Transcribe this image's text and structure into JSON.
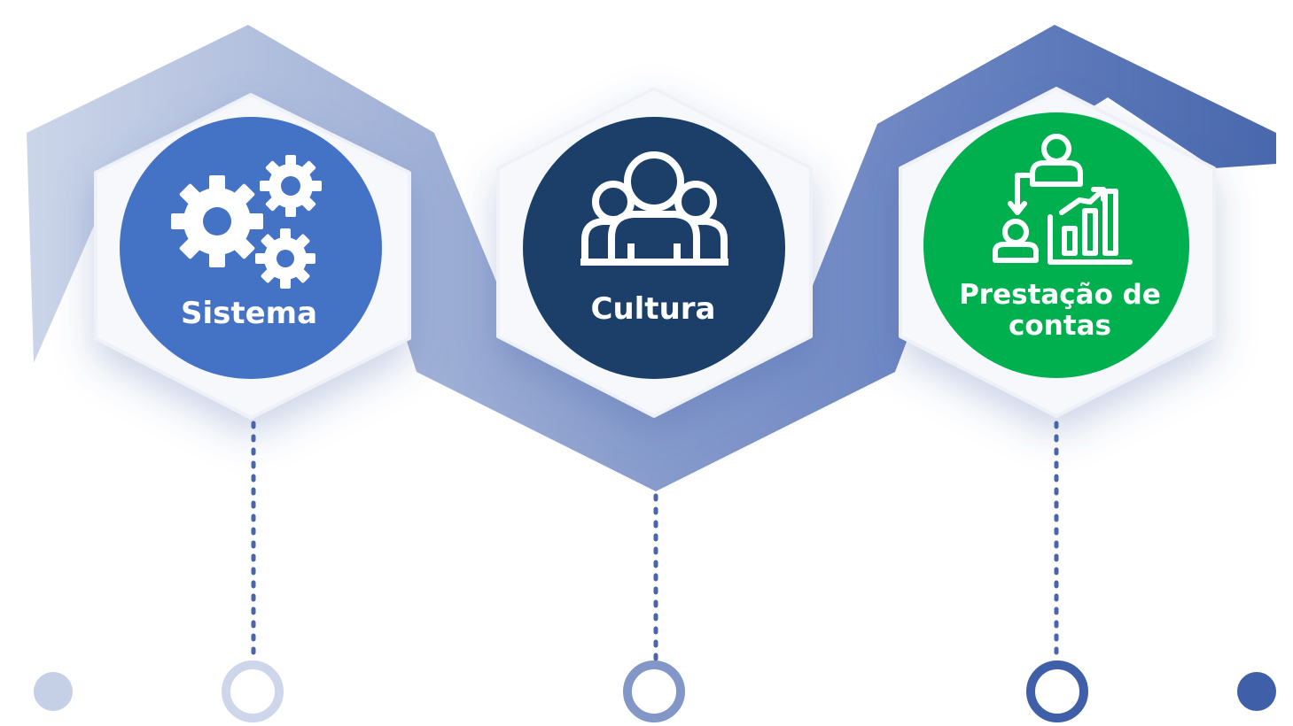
{
  "stages": [
    {
      "label_lines": [
        "Sistema"
      ],
      "icon": "gears-icon",
      "color": "#4472c4"
    },
    {
      "label_lines": [
        "Cultura"
      ],
      "icon": "people-group-icon",
      "color": "#1b3f69"
    },
    {
      "label_lines": [
        "Prestação de",
        "contas"
      ],
      "icon": "accountability-chart-icon",
      "color": "#00b04f"
    }
  ],
  "colors": {
    "band_light": "#c5d0e6",
    "band_mid": "#7189c1",
    "band_dark": "#3f5fa8",
    "hexagon_fill": "#f7f8fb",
    "timeline": "#5a74b5"
  }
}
